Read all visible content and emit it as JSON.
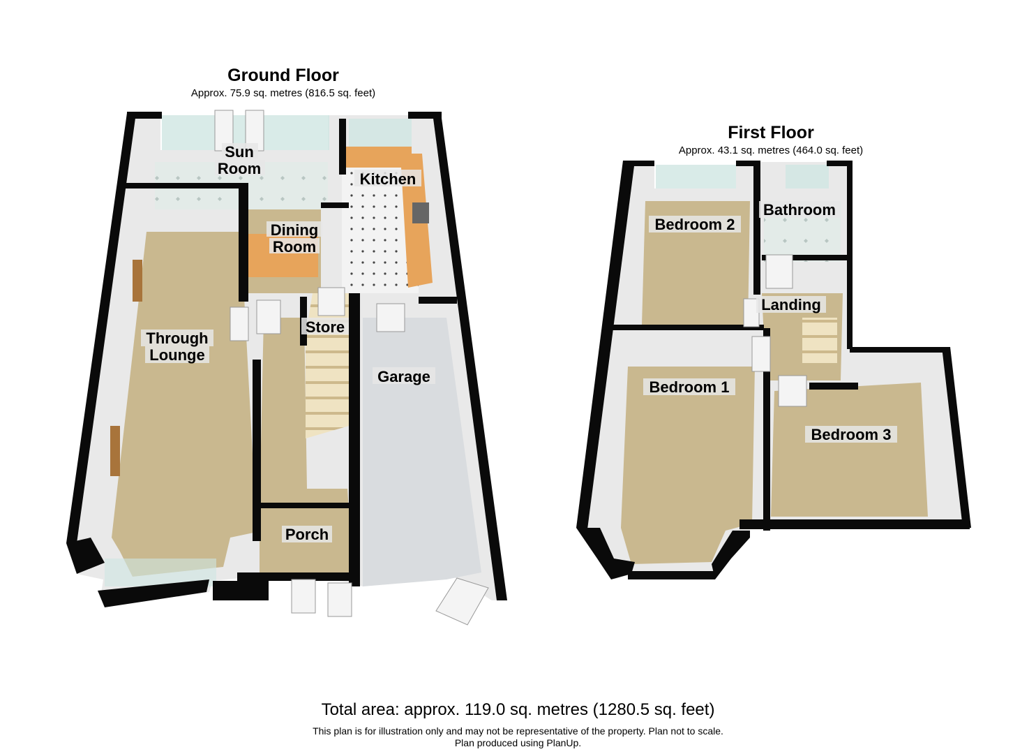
{
  "ground_floor": {
    "title": "Ground Floor",
    "area": "Approx. 75.9 sq. metres (816.5 sq. feet)",
    "rooms": {
      "sun_room_1": "Sun",
      "sun_room_2": "Room",
      "kitchen": "Kitchen",
      "dining_1": "Dining",
      "dining_2": "Room",
      "lounge_1": "Through",
      "lounge_2": "Lounge",
      "store": "Store",
      "garage": "Garage",
      "porch": "Porch"
    }
  },
  "first_floor": {
    "title": "First Floor",
    "area": "Approx. 43.1 sq. metres (464.0 sq. feet)",
    "rooms": {
      "bedroom2": "Bedroom 2",
      "bathroom": "Bathroom",
      "landing": "Landing",
      "bedroom1": "Bedroom 1",
      "bedroom3": "Bedroom 3"
    }
  },
  "footer": {
    "total": "Total area: approx. 119.0 sq. metres (1280.5 sq. feet)",
    "disclaimer": "This plan is for illustration only and may not be representative of the property. Plan not to scale.",
    "credit": "Plan produced using PlanUp."
  },
  "colors": {
    "carpet": "#c9b88f",
    "wall": "#0a0a0a",
    "wall_inner": "#e9e9e9",
    "tile": "#dfe8e4",
    "garage_floor": "#d9dcdf",
    "worktop": "#e7a45b",
    "window": "#cfe6e2"
  }
}
